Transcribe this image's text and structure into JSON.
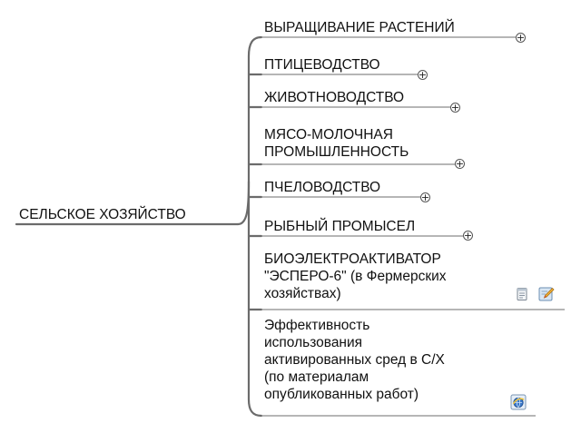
{
  "root": {
    "label": "СЕЛЬСКОЕ ХОЗЯЙСТВО"
  },
  "branches": [
    {
      "label": "ВЫРАЩИВАНИЕ РАСТЕНИЙ",
      "expander": "+"
    },
    {
      "label": "ПТИЦЕВОДСТВО",
      "expander": "+"
    },
    {
      "label": "ЖИВОТНОВОДСТВО",
      "expander": "+"
    },
    {
      "label": "МЯСО-МОЛОЧНАЯ\nПРОМЫШЛЕННОСТЬ",
      "expander": "+"
    },
    {
      "label": "ПЧЕЛОВОДСТВО",
      "expander": "+"
    },
    {
      "label": "РЫБНЫЙ ПРОМЫСЕЛ",
      "expander": "+"
    },
    {
      "label": "БИОЭЛЕКТРОАКТИВАТОР\n\"ЭСПЕРО-6\" (в Фермерских\nхозяйствах)",
      "icons": [
        "note-icon",
        "edit-pencil-icon"
      ]
    },
    {
      "label": "Эффективность\nиспользования\nактивированных сред в С/Х\n(по материалам\nопубликованных работ)",
      "icons": [
        "web-link-icon"
      ]
    }
  ],
  "colors": {
    "line": "#666666",
    "text": "#111111"
  }
}
